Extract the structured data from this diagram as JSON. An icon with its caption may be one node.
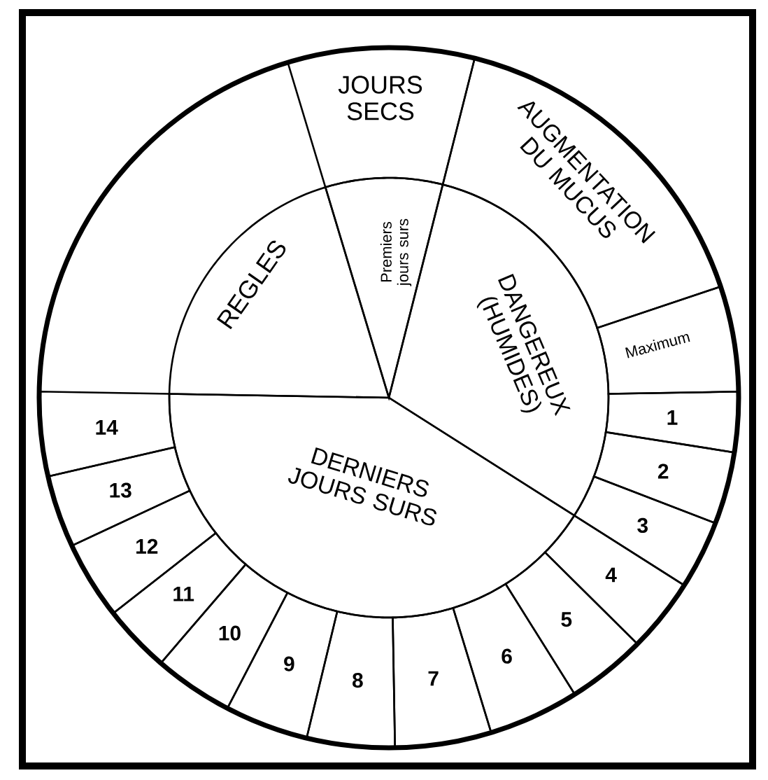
{
  "diagram": {
    "nodes": [
      {
        "text": [
          "JOURS SECS"
        ]
      },
      {
        "text": [
          "AUGMENTATION DU MUCUS"
        ]
      },
      {
        "text": [
          "REGLES"
        ]
      },
      {
        "text": [
          "Premiers jours surs"
        ]
      },
      {
        "text": [
          "DANGEREUX (HUMIDES)"
        ]
      },
      {
        "text": [
          "Maximum"
        ]
      },
      {
        "text": [
          "1"
        ]
      },
      {
        "text": [
          "2"
        ]
      },
      {
        "text": [
          "3"
        ]
      },
      {
        "text": [
          "4"
        ]
      },
      {
        "text": [
          "5"
        ]
      },
      {
        "text": [
          "6"
        ]
      },
      {
        "text": [
          "7"
        ]
      },
      {
        "text": [
          "8"
        ]
      },
      {
        "text": [
          "9"
        ]
      },
      {
        "text": [
          "10"
        ]
      },
      {
        "text": [
          "11"
        ]
      },
      {
        "text": [
          "12"
        ]
      },
      {
        "text": [
          "13"
        ]
      },
      {
        "text": [
          "14"
        ]
      },
      {
        "text": [
          "DERNIERS JOURS SURS"
        ]
      }
    ]
  }
}
